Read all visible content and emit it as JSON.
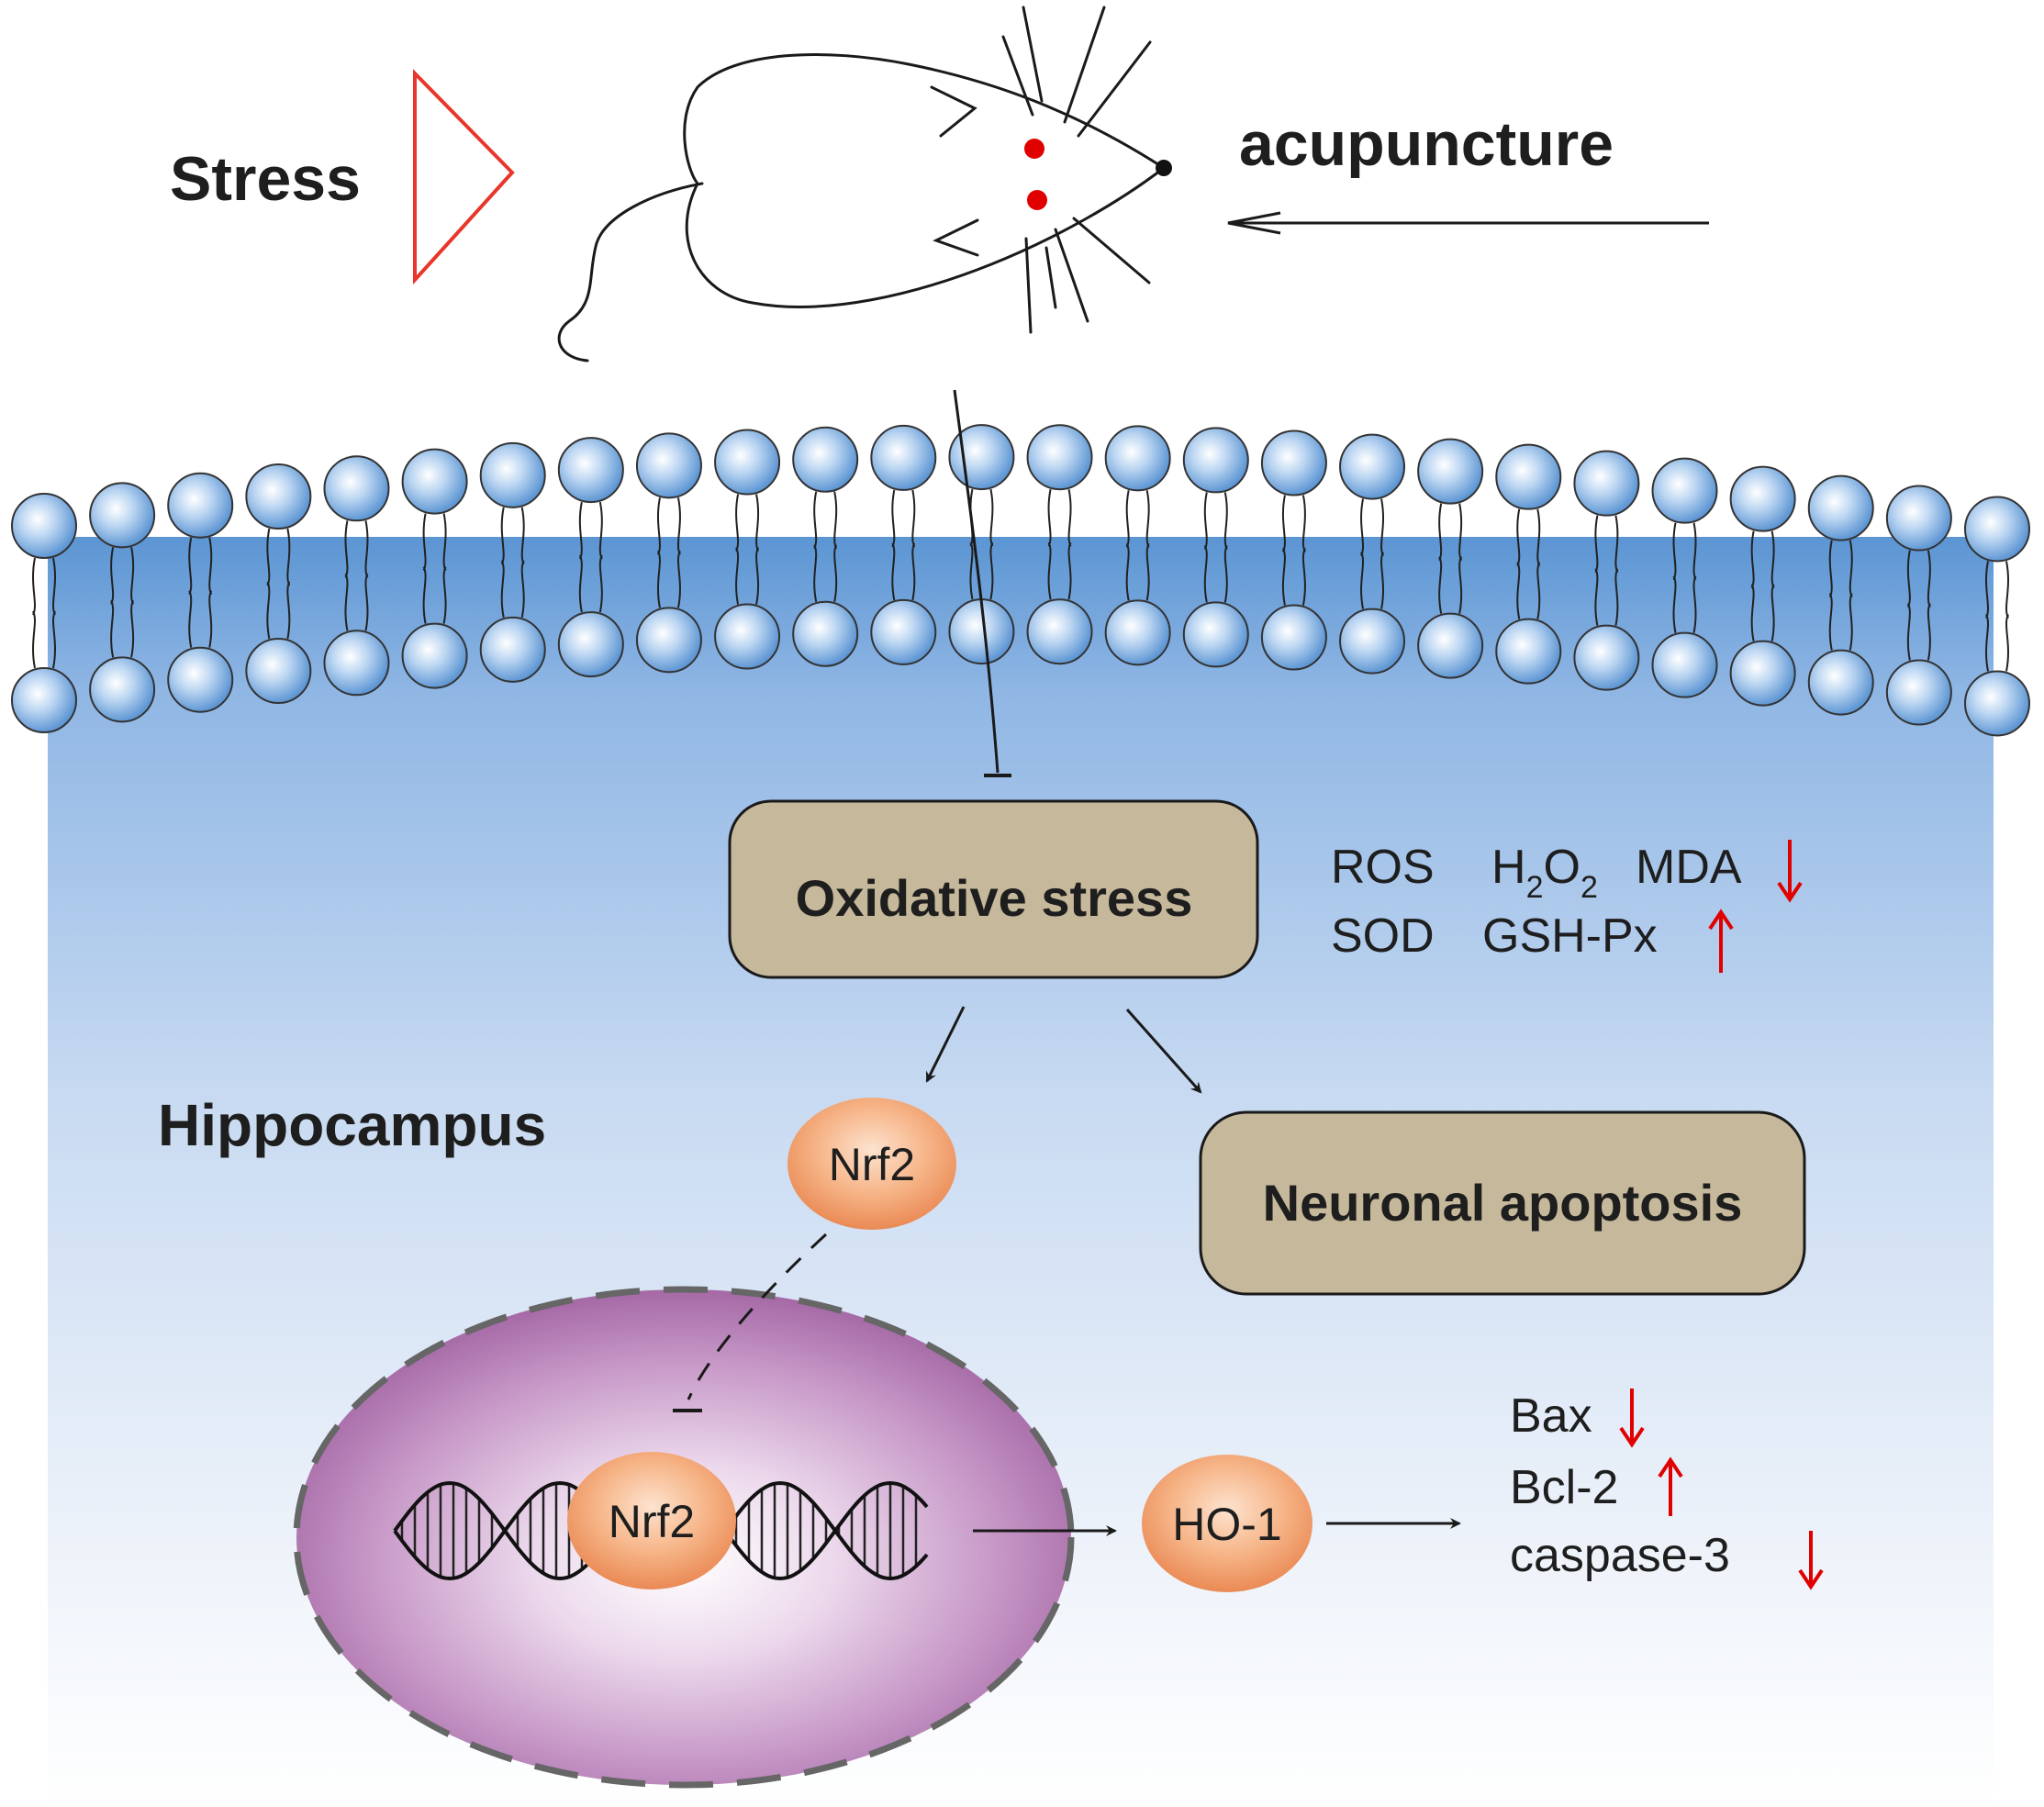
{
  "labels": {
    "stress": "Stress",
    "acupuncture": "acupuncture",
    "oxidative_stress": "Oxidative stress",
    "hippocampus": "Hippocampus",
    "nrf2_cyto": "Nrf2",
    "nrf2_nucleus": "Nrf2",
    "neuronal_apoptosis": "Neuronal apoptosis",
    "ho1": "HO-1"
  },
  "markers": {
    "ros": "ROS",
    "h2o2": {
      "h": "H",
      "sub1": "2",
      "o": "O",
      "sub2": "2"
    },
    "mda": "MDA",
    "sod": "SOD",
    "gshpx": "GSH-Px",
    "bax": "Bax",
    "bcl2": "Bcl-2",
    "caspase3": "caspase-3"
  },
  "colors": {
    "stress_triangle": "#e8362a",
    "acupoint": "#e00000",
    "up_down_arrow": "#e00000",
    "phospholipid_head": "#6fa8dc",
    "membrane_band": "#6a9fd6",
    "cytoplasm_top": "#9dbfe8",
    "cytoplasm_bottom": "#ffffff",
    "process_box": "#c6b89a",
    "protein": "#f2a06f",
    "nucleus": "#b47bb4"
  },
  "icons": {
    "mouse": "mouse-outline-icon",
    "stress": "stress-triangle-icon",
    "up": "up-arrow-icon",
    "down": "down-arrow-icon",
    "dna": "dna-helix-icon"
  }
}
